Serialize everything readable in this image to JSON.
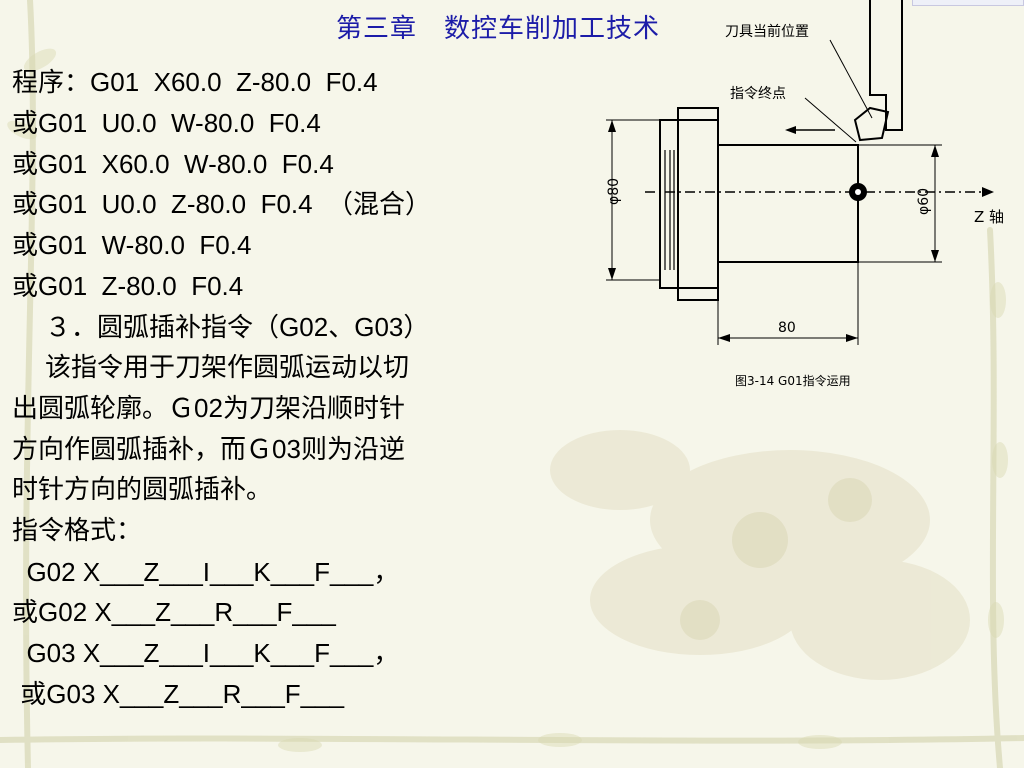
{
  "title": "第三章　数控车削加工技术",
  "lines": [
    {
      "segments": [
        {
          "t": "cn",
          "v": "程序："
        },
        {
          "t": "lat",
          "v": "G01  X60.0  Z-80.0  F0.4"
        }
      ]
    },
    {
      "segments": [
        {
          "t": "cn",
          "v": "或"
        },
        {
          "t": "lat",
          "v": "G01  U0.0  W-80.0  F0.4"
        }
      ]
    },
    {
      "segments": [
        {
          "t": "cn",
          "v": "或"
        },
        {
          "t": "lat",
          "v": "G01  X60.0  W-80.0  F0.4"
        }
      ]
    },
    {
      "segments": [
        {
          "t": "cn",
          "v": "或"
        },
        {
          "t": "lat",
          "v": "G01  U0.0  Z-80.0  F0.4  "
        },
        {
          "t": "cn",
          "v": "（混合）"
        }
      ]
    },
    {
      "segments": [
        {
          "t": "cn",
          "v": "或"
        },
        {
          "t": "lat",
          "v": "G01  W-80.0  F0.4"
        }
      ]
    },
    {
      "segments": [
        {
          "t": "cn",
          "v": "或"
        },
        {
          "t": "lat",
          "v": "G01  Z-80.0  F0.4"
        }
      ]
    },
    {
      "segments": [
        {
          "t": "cn",
          "v": "    ３．圆弧插补指令（"
        },
        {
          "t": "lat",
          "v": "G02"
        },
        {
          "t": "cn",
          "v": "、"
        },
        {
          "t": "lat",
          "v": "G03"
        },
        {
          "t": "cn",
          "v": "）"
        }
      ]
    },
    {
      "segments": [
        {
          "t": "cn",
          "v": "    该指令用于刀架作圆弧运动以切"
        }
      ]
    },
    {
      "segments": [
        {
          "t": "cn",
          "v": "出圆弧轮廓。Ｇ"
        },
        {
          "t": "lat",
          "v": "02"
        },
        {
          "t": "cn",
          "v": "为刀架沿顺时针"
        }
      ]
    },
    {
      "segments": [
        {
          "t": "cn",
          "v": "方向作圆弧插补，而Ｇ"
        },
        {
          "t": "lat",
          "v": "03"
        },
        {
          "t": "cn",
          "v": "则为沿逆"
        }
      ]
    },
    {
      "segments": [
        {
          "t": "cn",
          "v": "时针方向的圆弧插补。"
        }
      ]
    },
    {
      "segments": [
        {
          "t": "cn",
          "v": "指令格式："
        }
      ]
    },
    {
      "segments": [
        {
          "t": "lat",
          "v": "  G02 X___Z___I___K___F___"
        },
        {
          "t": "cn",
          "v": "，"
        }
      ]
    },
    {
      "segments": [
        {
          "t": "cn",
          "v": "或"
        },
        {
          "t": "lat",
          "v": "G02 X___Z___R___F___"
        }
      ]
    },
    {
      "segments": [
        {
          "t": "lat",
          "v": "  G03 X___Z___I___K___F___"
        },
        {
          "t": "cn",
          "v": "，"
        }
      ]
    },
    {
      "segments": [
        {
          "t": "cn",
          "v": " 或"
        },
        {
          "t": "lat",
          "v": "G03 X___Z___R___F___"
        }
      ]
    }
  ],
  "figure": {
    "label_tool_position": "刀具当前位置",
    "label_end_point": "指令终点",
    "label_dia_80": "φ80",
    "label_dia_60": "φ60",
    "label_z_axis": "Z 轴",
    "label_length": "80",
    "caption": "图3-14   G01指令运用"
  },
  "colors": {
    "title": "#1c1ca8",
    "background": "#f6f6ea",
    "decoration": "#c8c89a"
  }
}
